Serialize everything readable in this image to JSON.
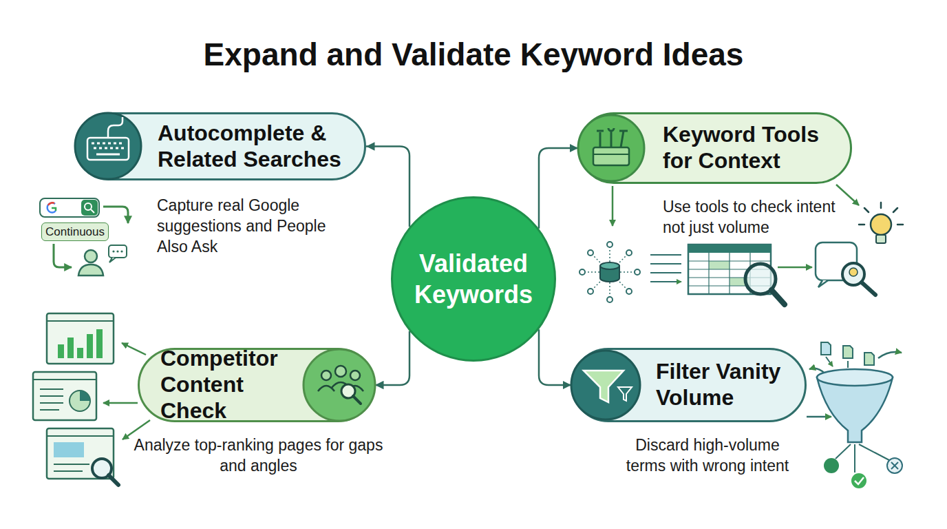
{
  "diagram": {
    "title": "Expand and Validate Keyword Ideas",
    "nodes": [
      {
        "text": [
          "Autocomplete & Related Searches",
          "Capture real Google suggestions and People Also Ask"
        ]
      },
      {
        "text": [
          "Keyword Tools for Context",
          "Use tools to check intent not just volume"
        ]
      },
      {
        "text": [
          "Continuous"
        ]
      },
      {
        "text": [
          "Validated Keywords"
        ]
      },
      {
        "text": [
          "Competitor Content Check",
          "Analyze top-ranking pages for gaps and angles"
        ]
      },
      {
        "text": [
          "Filter Vanity Volume",
          "Discard high-volume terms with wrong intent"
        ]
      }
    ],
    "edges": [
      {
        "from": 3,
        "to": 0,
        "arrow": "to"
      },
      {
        "from": 3,
        "to": 1,
        "arrow": "to"
      },
      {
        "from": 3,
        "to": 4,
        "arrow": "to"
      },
      {
        "from": 3,
        "to": 5,
        "arrow": "to"
      }
    ]
  }
}
